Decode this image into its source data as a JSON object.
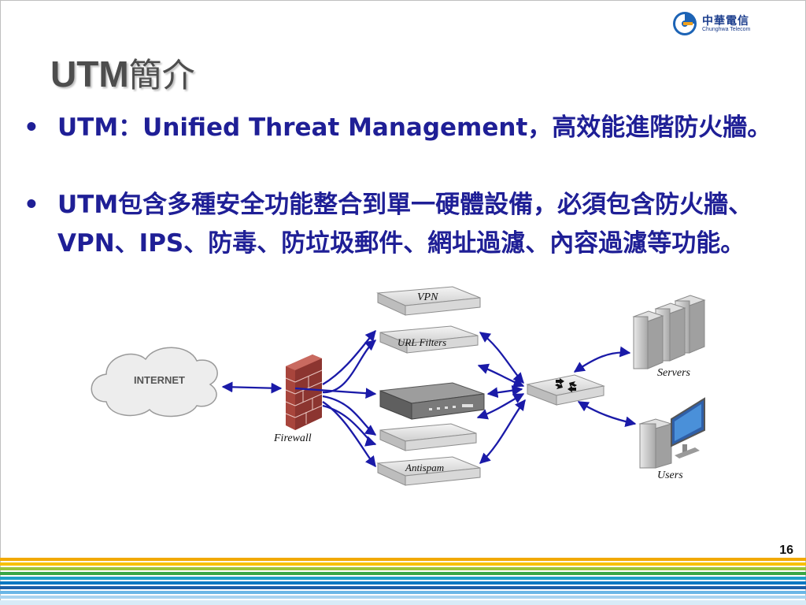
{
  "logo": {
    "zh": "中華電信",
    "en": "Chunghwa Telecom"
  },
  "title": {
    "latin": "UTM",
    "zh": "簡介"
  },
  "bullets": [
    {
      "marker": "•",
      "text": "UTM：Unified Threat Management，高效能進階防火牆。"
    },
    {
      "marker": "•",
      "text": "UTM包含多種安全功能整合到單一硬體設備，必須包含防火牆、VPN、IPS、防毒、防垃圾郵件、網址過濾、內容過濾等功能。"
    }
  ],
  "diagram": {
    "internet": "INTERNET",
    "firewall": "Firewall",
    "vpn": "VPN",
    "url_filters": "URL  Filters",
    "antispam": "Antispam",
    "servers": "Servers",
    "users": "Users"
  },
  "page_number": "16",
  "colors": {
    "bullet_text": "#1f1f96",
    "title": "#4d4d4d",
    "arrow": "#1a1aa8",
    "firewall": "#b8463d"
  }
}
